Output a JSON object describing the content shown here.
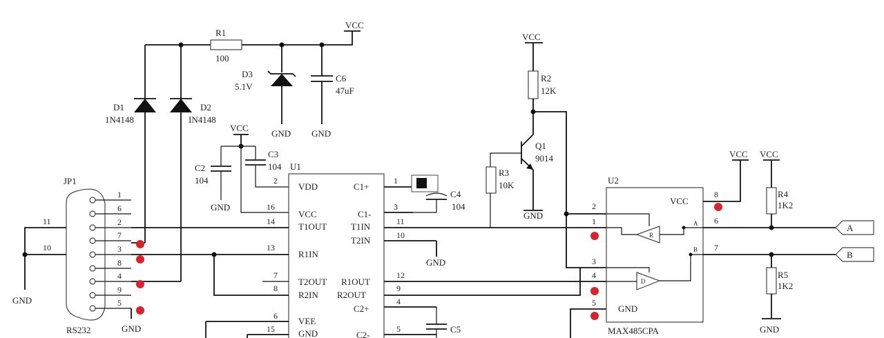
{
  "supplies": {
    "vcc": "VCC",
    "gnd": "GND"
  },
  "components": {
    "r1": {
      "ref": "R1",
      "value": "100"
    },
    "d1": {
      "ref": "D1",
      "value": "1N4148"
    },
    "d2": {
      "ref": "D2",
      "value": "IN4148"
    },
    "d3": {
      "ref": "D3",
      "value": "5.1V"
    },
    "c6": {
      "ref": "C6",
      "value": "47uF"
    },
    "c2": {
      "ref": "C2",
      "value": "104"
    },
    "c3": {
      "ref": "C3",
      "value": "104"
    },
    "c4": {
      "ref": "C4",
      "value": "104"
    },
    "c5": {
      "ref": "C5"
    },
    "r2": {
      "ref": "R2",
      "value": "12K"
    },
    "r3": {
      "ref": "R3",
      "value": "10K"
    },
    "q1": {
      "ref": "Q1",
      "value": "9014"
    },
    "r4": {
      "ref": "R4",
      "value": "1K2"
    },
    "r5": {
      "ref": "R5",
      "value": "1K2"
    }
  },
  "connector": {
    "ref": "JP1",
    "name": "RS232",
    "pins": [
      "1",
      "6",
      "2",
      "7",
      "3",
      "8",
      "4",
      "9",
      "5"
    ],
    "shell_pins": [
      "11",
      "10"
    ]
  },
  "u1": {
    "ref": "U1",
    "pins_left": [
      {
        "num": "2",
        "name": "VDD"
      },
      {
        "num": "16",
        "name": "VCC"
      },
      {
        "num": "14",
        "name": "T1OUT"
      },
      {
        "num": "13",
        "name": "R1IN"
      },
      {
        "num": "7",
        "name": "T2OUT"
      },
      {
        "num": "8",
        "name": "R2IN"
      },
      {
        "num": "6",
        "name": "VEE"
      },
      {
        "num": "15",
        "name": "GND"
      }
    ],
    "pins_right": [
      {
        "num": "1",
        "name": "C1+"
      },
      {
        "num": "3",
        "name": "C1-"
      },
      {
        "num": "11",
        "name": "T1IN"
      },
      {
        "num": "10",
        "name": "T2IN"
      },
      {
        "num": "12",
        "name": "R1OUT"
      },
      {
        "num": "9",
        "name": "R2OUT"
      },
      {
        "num": "4",
        "name": "C2+"
      },
      {
        "num": "5",
        "name": "C2-"
      }
    ]
  },
  "u2": {
    "ref": "U2",
    "part": "MAX485CPA",
    "vcc_label": "VCC",
    "gnd_label": "GND",
    "receiver_tag": "R",
    "driver_tag": "D",
    "bus_a_tag": "A",
    "bus_b_tag": "B",
    "pins_left": [
      "2",
      "1",
      "3",
      "4",
      "5"
    ],
    "pins_right": [
      "8",
      "6",
      "7"
    ]
  },
  "bus_ports": {
    "a": "A",
    "b": "B"
  },
  "marker_color": "#d8232a"
}
